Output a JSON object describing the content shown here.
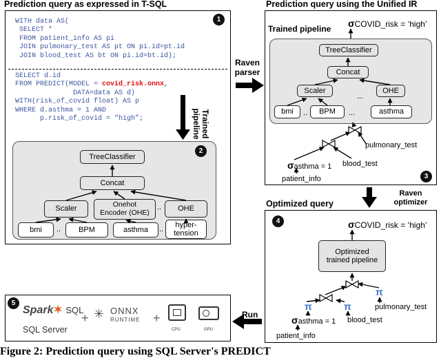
{
  "titles": {
    "left": "Prediction query as expressed in T-SQL",
    "right": "Prediction query using the Unified IR",
    "optimized": "Optimized query"
  },
  "badges": [
    "1",
    "2",
    "3",
    "4",
    "5"
  ],
  "sql_top": [
    "WITH data AS(",
    " SELECT *",
    " FROM patient_info AS pi",
    " JOIN pulmonary_test AS pt ON pi.id=pt.id",
    " JOIN blood_test AS bt ON pi.id=bt.id);"
  ],
  "sql_bottom": {
    "l1": "SELECT d.id",
    "l2a": "FROM PREDICT(MODEL = ",
    "l2b": "covid_risk.onnx",
    "l2c": ",",
    "l3": "              DATA=data AS d)",
    "l4": "WITH(risk_of_covid float) AS p",
    "l5": "WHERE d.asthma = 1 AND",
    "l6": "      p.risk_of_covid = “high”;"
  },
  "trained_pipeline_label": [
    "Trained",
    "pipeline"
  ],
  "left_pipeline": {
    "tree": "TreeClassifier",
    "concat": "Concat",
    "scaler": "Scaler",
    "onehot": [
      "Onehot",
      "Encoder (OHE)"
    ],
    "ohe": "OHE",
    "bmi": "bmi",
    "bpm": "BPM",
    "asthma": "asthma",
    "hyper": [
      "hyper-",
      "tension"
    ],
    "dots": ".."
  },
  "raven_parser": [
    "Raven",
    "parser"
  ],
  "raven_optimizer": [
    "Raven",
    "optimizer"
  ],
  "run_label": "Run",
  "unified_ir": {
    "trained_label": "Trained pipeline",
    "sigma_top": "COVID_risk = ‘high’",
    "tree": "TreeClassifier",
    "concat": "Concat",
    "scaler": "Scaler",
    "ohe": "OHE",
    "bmi": "bmi",
    "bpm": "BPM",
    "asthma": "asthma",
    "dots": "...",
    "pulmonary": "pulmonary_test",
    "blood": "blood_test",
    "sigma_asthma": "asthma = 1",
    "patient": "patient_info"
  },
  "optimized": {
    "sigma_top": "COVID_risk = ‘high’",
    "pipeline": [
      "Optimized",
      "trained pipeline"
    ],
    "pulmonary": "pulmonary_test",
    "blood": "blood_test",
    "sigma_asthma": "asthma = 1",
    "patient": "patient_info",
    "pi": "π"
  },
  "engines": {
    "spark": "Spark",
    "sql": "SQL",
    "sqlserver": "SQL Server",
    "onnx": "ONNX",
    "runtime": "RUNTIME",
    "cpu": "CPU",
    "gpu": "GPU",
    "plus": "+"
  },
  "caption": "Figure 2: Prediction query using SQL Server's PREDICT"
}
